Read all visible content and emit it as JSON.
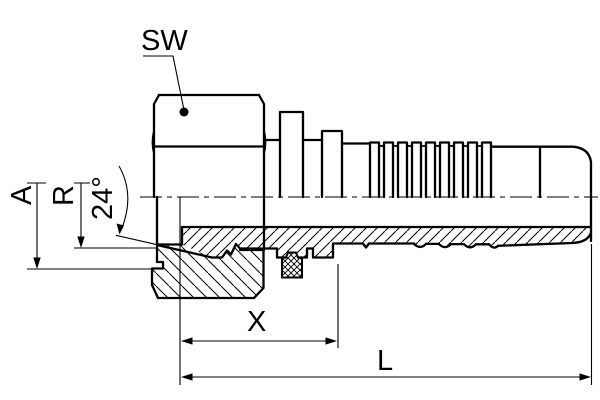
{
  "drawing": {
    "kind": "technical-drawing hydraulic hose fitting, half section view",
    "labels": {
      "sw": "SW",
      "a": "A",
      "r": "R",
      "angle": "24°",
      "x": "X",
      "l": "L"
    },
    "colors": {
      "line": "#000000",
      "background": "#ffffff"
    }
  }
}
